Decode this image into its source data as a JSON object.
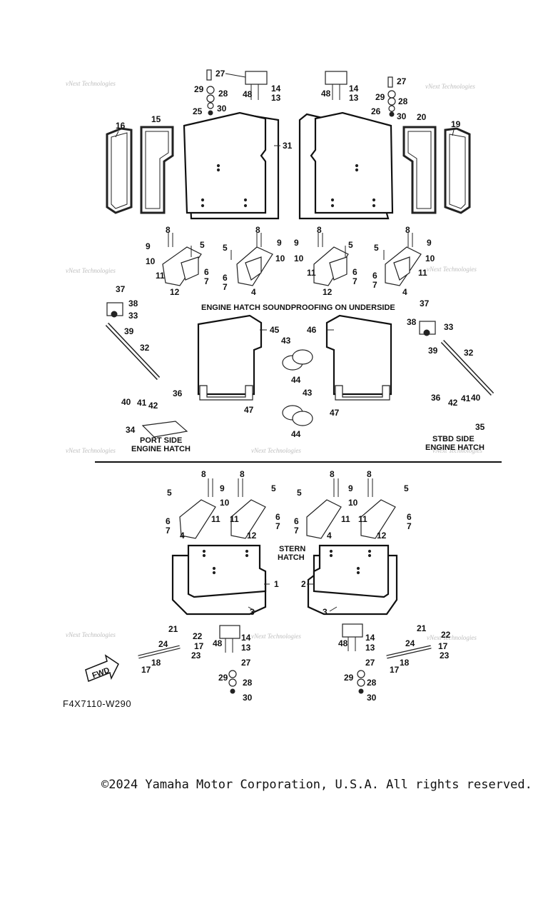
{
  "diagram": {
    "caption_main": "ENGINE HATCH SOUNDPROOFING ON UNDERSIDE",
    "caption_port": [
      "PORT SIDE",
      "ENGINE HATCH"
    ],
    "caption_stbd": [
      "STBD SIDE",
      "ENGINE HATCH"
    ],
    "caption_stern": [
      "STERN",
      "HATCH"
    ],
    "fwd_label": "FWD",
    "watermark": "vNext Technologies",
    "callouts": [
      "1",
      "2",
      "3",
      "4",
      "5",
      "6",
      "7",
      "8",
      "9",
      "10",
      "11",
      "12",
      "13",
      "14",
      "15",
      "16",
      "17",
      "18",
      "19",
      "20",
      "21",
      "22",
      "23",
      "24",
      "25",
      "26",
      "27",
      "28",
      "29",
      "30",
      "31",
      "32",
      "33",
      "34",
      "35",
      "36",
      "37",
      "38",
      "39",
      "40",
      "41",
      "42",
      "43",
      "44",
      "45",
      "46",
      "47",
      "48"
    ]
  },
  "figure_code": "F4X7110-W290",
  "copyright": "©2024 Yamaha Motor Corporation, U.S.A. All rights reserved."
}
